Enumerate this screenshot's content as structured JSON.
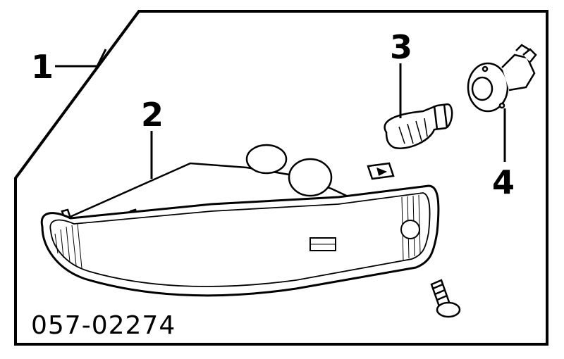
{
  "callouts": {
    "c1": "1",
    "c2": "2",
    "c3": "3",
    "c4": "4"
  },
  "diagram_code": "057-02274",
  "parts": [
    {
      "number": "1",
      "icon": "lamp-assembly-frame"
    },
    {
      "number": "2",
      "icon": "turn-signal-lamp-housing"
    },
    {
      "number": "3",
      "icon": "bulb"
    },
    {
      "number": "4",
      "icon": "bulb-socket"
    }
  ],
  "colors": {
    "line": "#000000",
    "background": "#ffffff"
  }
}
